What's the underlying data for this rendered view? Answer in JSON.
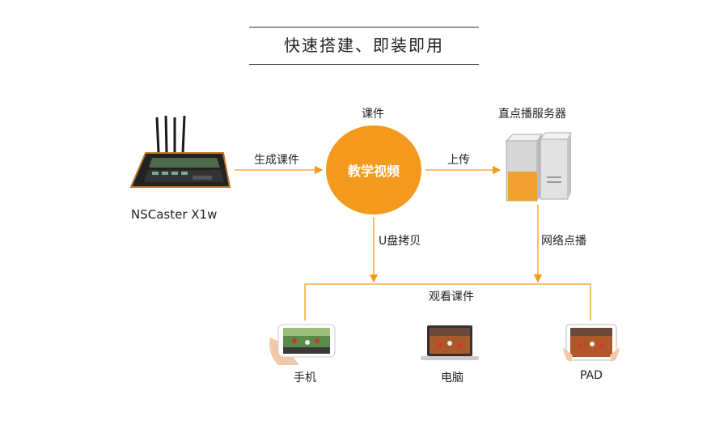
{
  "title": "快速搭建、即装即用",
  "nodes": {
    "encoder": "NSCaster X1w",
    "center_top": "课件",
    "center": "教学视频",
    "server": "直点播服务器",
    "phone": "手机",
    "laptop": "电脑",
    "tablet": "PAD"
  },
  "edges": {
    "generate": "生成课件",
    "upload": "上传",
    "usb_copy": "U盘拷贝",
    "network_play": "网络点播",
    "watch": "观看课件"
  },
  "colors": {
    "accent": "#f39a1e",
    "line": "#f39a1e",
    "text": "#222222"
  }
}
